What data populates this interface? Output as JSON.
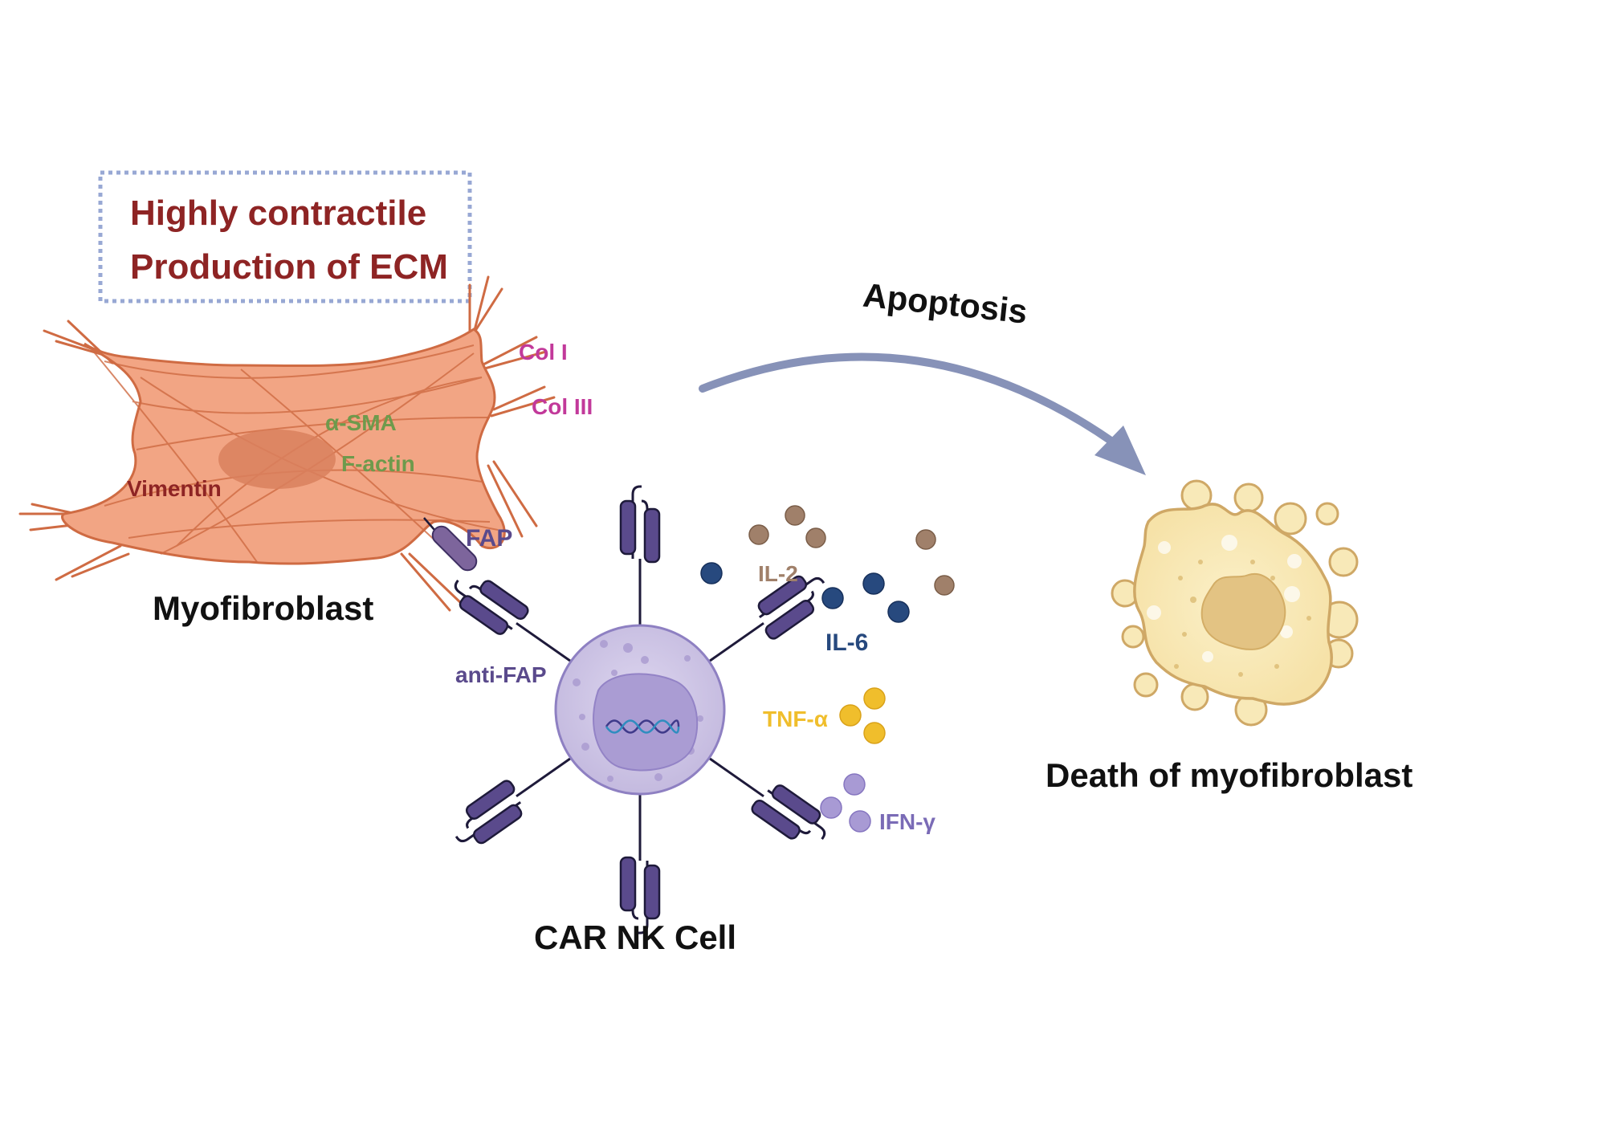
{
  "info_box": {
    "line1": "Highly contractile",
    "line2": "Production of ECM"
  },
  "myofibroblast": {
    "title": "Myofibroblast",
    "markers": {
      "col1": "Col I",
      "col3": "Col III",
      "asma": "α-SMA",
      "factin": "F-actin",
      "vimentin": "Vimentin",
      "fap": "FAP"
    }
  },
  "car_nk": {
    "title": "CAR NK Cell",
    "receptor_label": "anti-FAP"
  },
  "cytokines": {
    "il2": "IL-2",
    "il6": "IL-6",
    "tnfa": "TNF-α",
    "ifng": "IFN-γ"
  },
  "arrow": {
    "label": "Apoptosis"
  },
  "death": {
    "title": "Death of myofibroblast"
  },
  "colors": {
    "info_text": "#8e2424",
    "dash_border": "#98a8d4",
    "cell_fill": "#f2a584",
    "cell_stroke": "#cf6b43",
    "collagen_text": "#c2399a",
    "actin_text": "#6e9a4c",
    "vimentin_text": "#8e2424",
    "purple": "#5a4a8c",
    "nk_fill": "#cfc7e6",
    "il2": "#a0806a",
    "il6": "#27497e",
    "tnfa": "#f0be2c",
    "ifng": "#a89ad4",
    "arrow": "#8792b8",
    "dead_fill": "#f8e9b8",
    "dead_stroke": "#cfa866"
  }
}
